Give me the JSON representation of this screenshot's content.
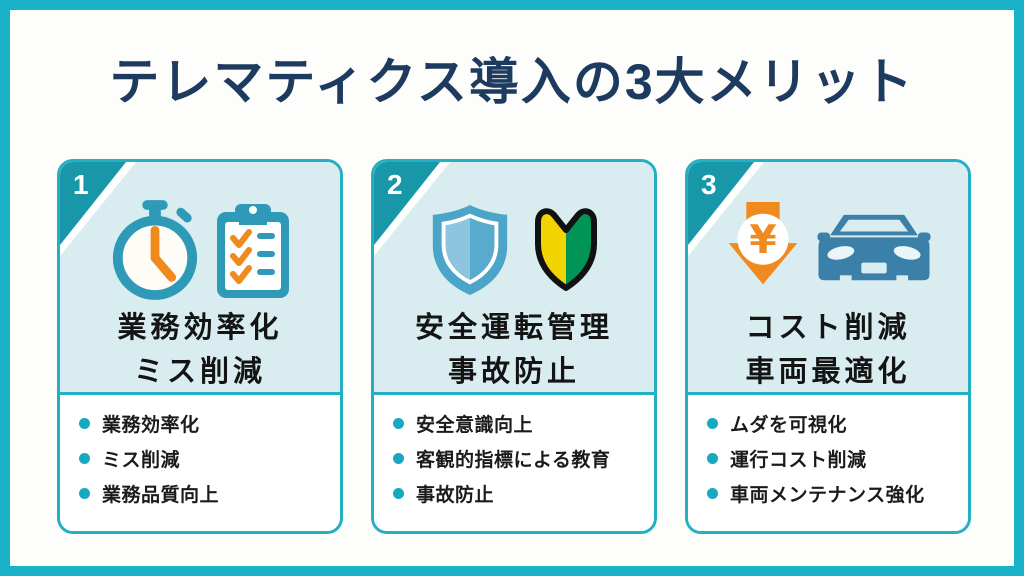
{
  "page": {
    "title": "テレマティクス導入の3大メリット"
  },
  "colors": {
    "frame_border": "#19b2c9",
    "card_border": "#23b0c2",
    "corner_fold": "#1797a8",
    "card_top_background": "#d9edf0",
    "title_navy": "#1d3a5f",
    "heading_black": "#141414",
    "bullet_dot_teal": "#18a9c0",
    "icon_teal": "#2e9ab8",
    "icon_orange": "#f08a1e",
    "shield_blue": "#4aa5c9",
    "beginner_yellow": "#f2d402",
    "beginner_green": "#009457",
    "car_blue": "#3a80a8"
  },
  "cards": [
    {
      "number": "1",
      "icons": [
        "stopwatch-icon",
        "checklist-clipboard-icon"
      ],
      "heading_lines": [
        "業務効率化",
        "ミス削減"
      ],
      "bullets": [
        "業務効率化",
        "ミス削減",
        "業務品質向上"
      ]
    },
    {
      "number": "2",
      "icons": [
        "shield-icon",
        "beginner-mark-icon"
      ],
      "heading_lines": [
        "安全運転管理",
        "事故防止"
      ],
      "bullets": [
        "安全意識向上",
        "客観的指標による教育",
        "事故防止"
      ]
    },
    {
      "number": "3",
      "icons": [
        "yen-discount-arrow-icon",
        "car-icon"
      ],
      "heading_lines": [
        "コスト削減",
        "車両最適化"
      ],
      "bullets": [
        "ムダを可視化",
        "運行コスト削減",
        "車両メンテナンス強化"
      ]
    }
  ]
}
